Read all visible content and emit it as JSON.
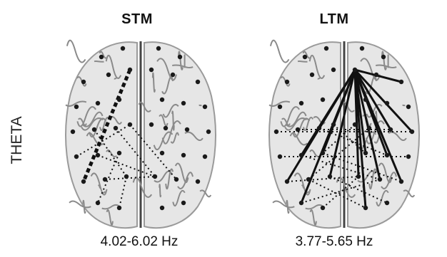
{
  "panels": [
    {
      "title": "STM",
      "frequency": "4.02-6.02 Hz"
    },
    {
      "title": "LTM",
      "frequency": "3.77-5.65 Hz"
    }
  ],
  "band_label": "THETA",
  "colors": {
    "brain_fill": "#e6e6e6",
    "sulci": "#8a8a8a",
    "electrode": "#1a1a1a",
    "connection": "#111111"
  },
  "connection_styles": [
    "thick-dashed",
    "solid",
    "dotted"
  ]
}
